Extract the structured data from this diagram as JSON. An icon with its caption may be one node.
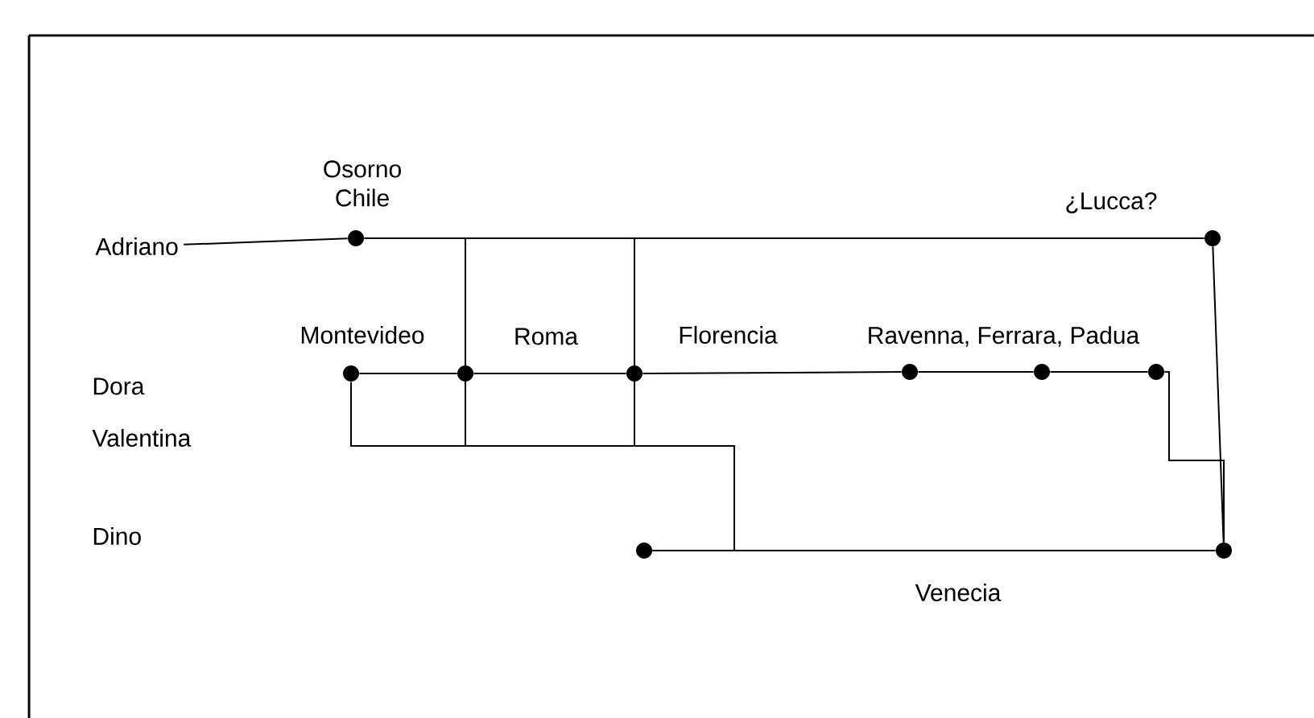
{
  "diagram": {
    "nodes": [
      {
        "text": [
          "Adriano"
        ]
      },
      {
        "text": [],
        "shape": "circle"
      },
      {
        "text": [],
        "shape": "circle"
      },
      {
        "text": [],
        "shape": "circle"
      },
      {
        "text": [],
        "shape": "circle"
      },
      {
        "text": [],
        "shape": "circle"
      },
      {
        "text": [],
        "shape": "circle"
      },
      {
        "text": [],
        "shape": "circle"
      },
      {
        "text": [],
        "shape": "circle"
      },
      {
        "text": [],
        "shape": "circle"
      },
      {
        "text": [],
        "shape": "circle"
      }
    ],
    "edges": [
      {
        "from": 0,
        "to": 1,
        "arrow": "none"
      },
      {
        "from": 1,
        "to": 2,
        "arrow": "none"
      },
      {
        "from": 3,
        "to": 4,
        "arrow": "none"
      },
      {
        "from": 4,
        "to": 5,
        "arrow": "none"
      },
      {
        "from": 5,
        "to": 6,
        "arrow": "none"
      },
      {
        "from": 6,
        "to": 7,
        "arrow": "none"
      },
      {
        "from": 7,
        "to": 8,
        "arrow": "none"
      },
      {
        "from": 3,
        "to": 9,
        "arrow": "none"
      },
      {
        "from": 9,
        "to": 10,
        "arrow": "none"
      },
      {
        "from": 8,
        "to": 10,
        "arrow": "none"
      },
      {
        "from": 2,
        "to": 10,
        "arrow": "none"
      }
    ],
    "labels": [
      "Osorno Chile",
      "¿Lucca?",
      "Montevideo",
      "Roma",
      "Florencia",
      "Ravenna, Ferrara, Padua",
      "Dora",
      "Valentina",
      "Dino",
      "Venecia"
    ]
  }
}
